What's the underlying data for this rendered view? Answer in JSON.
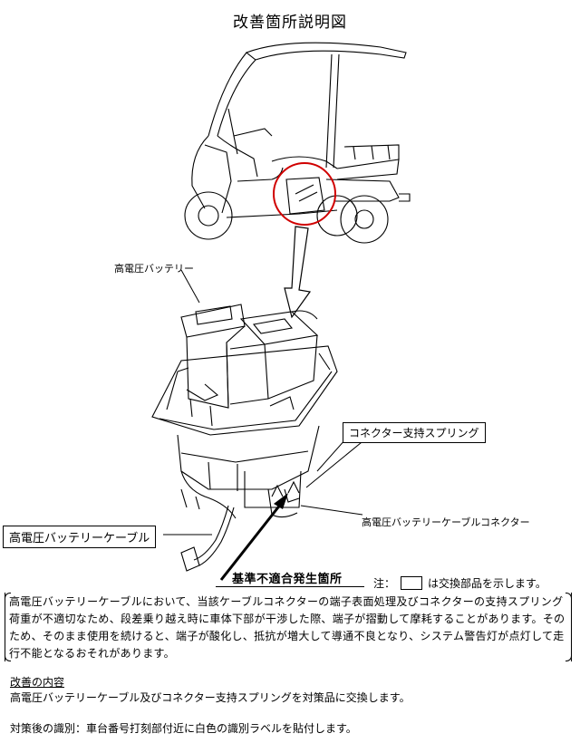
{
  "title": "改善箇所説明図",
  "labels": {
    "hv_battery": "高電圧バッテリー",
    "connector_spring": "コネクター支持スプリング",
    "hv_cable_connector": "高電圧バッテリーケーブルコネクター",
    "hv_cable": "高電圧バッテリーケーブル",
    "nonconformity": "基準不適合発生箇所"
  },
  "note": {
    "prefix": "注：",
    "suffix": "は交換部品を示します。"
  },
  "description": "高電圧バッテリーケーブルにおいて、当該ケーブルコネクターの端子表面処理及びコネクターの支持スプリング荷重が不適切なため、段差乗り越え時に車体下部が干渉した際、端子が摺動して摩耗することがあります。そのため、そのまま使用を続けると、端子が酸化し、抵抗が増大して導通不良となり、システム警告灯が点灯して走行不能となるおそれがあります。",
  "improvement": {
    "heading": "改善の内容",
    "text": "高電圧バッテリーケーブル及びコネクター支持スプリングを対策品に交換します。"
  },
  "identification": "対策後の識別：車台番号打刻部付近に白色の識別ラベルを貼付します。"
}
